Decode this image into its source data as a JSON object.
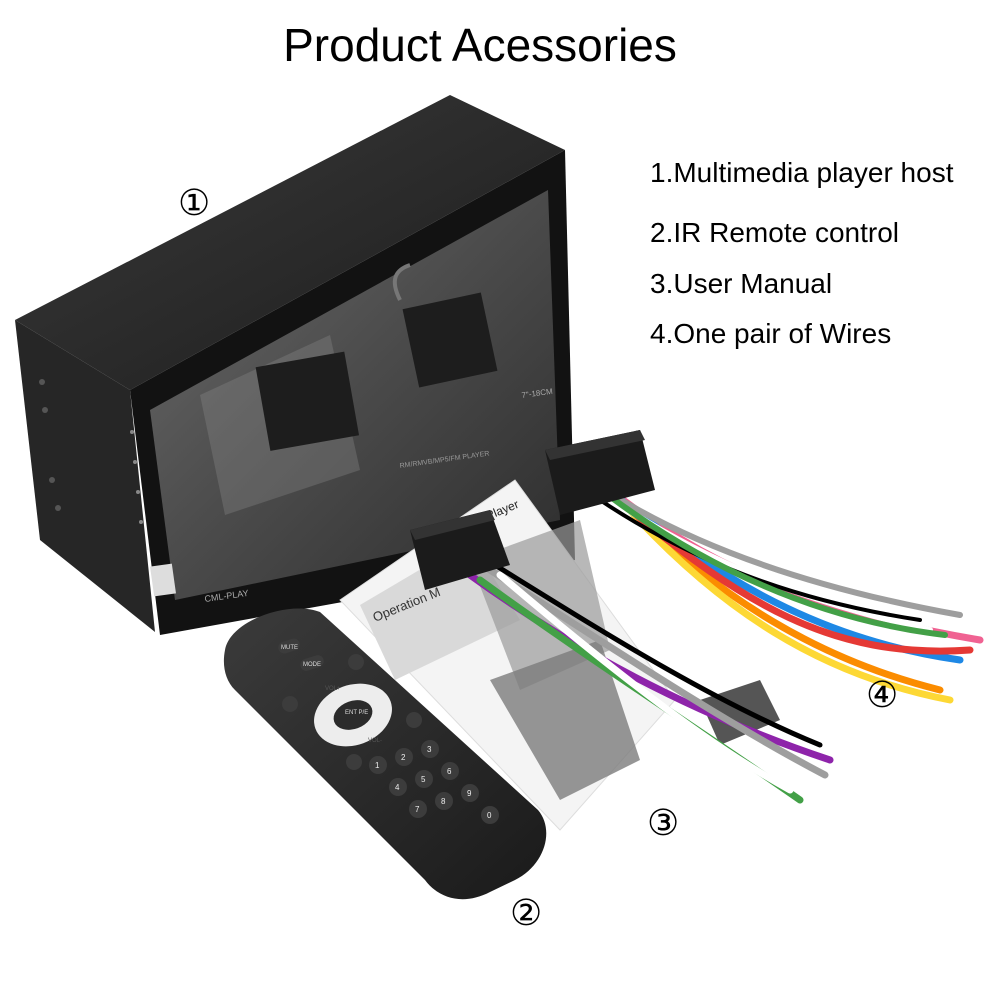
{
  "title": "Product Acessories",
  "legend": [
    "1.Multimedia player host",
    "2.IR Remote control",
    "3.User Manual",
    "4.One pair of Wires"
  ],
  "markers": [
    "①",
    "②",
    "③",
    "④"
  ],
  "device": {
    "brand": "CML-PLAY",
    "size_label": "7\"‑18CM",
    "subtitle": "RM/RMVB/MP5/FM PLAYER"
  },
  "remote": {
    "mute": "MUTE",
    "mode": "MODE",
    "vol_up": "VOL+",
    "vol_down": "VOL-",
    "center": "ENT\nP/E",
    "digits": [
      "1",
      "2",
      "3",
      "4",
      "5",
      "6",
      "7",
      "8",
      "9",
      "0"
    ]
  },
  "manual": {
    "cover": "Operation M",
    "tab": "Player"
  },
  "wire_colors": [
    "#e53935",
    "#fb8c00",
    "#fdd835",
    "#1e88e5",
    "#43a047",
    "#8e24aa",
    "#9e9e9e",
    "#f06292",
    "#000000",
    "#ffffff"
  ]
}
